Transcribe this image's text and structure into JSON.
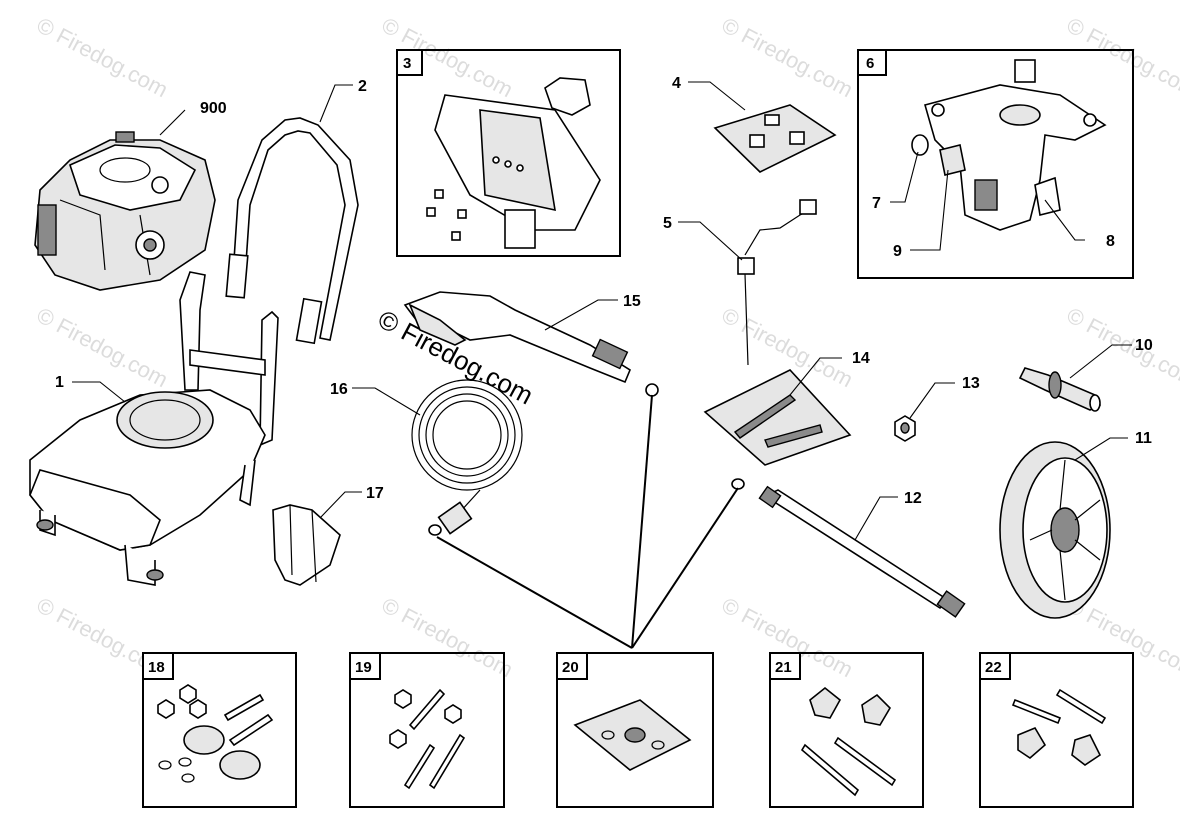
{
  "watermark": {
    "small": "© Firedog.com",
    "center": "© Firedog.com"
  },
  "callouts": {
    "p900": "900",
    "p1": "1",
    "p2": "2",
    "p3": "3",
    "p4": "4",
    "p5": "5",
    "p6": "6",
    "p7": "7",
    "p8": "8",
    "p9": "9",
    "p10": "10",
    "p11": "11",
    "p12": "12",
    "p13": "13",
    "p14": "14",
    "p15": "15",
    "p16": "16",
    "p17": "17",
    "p18": "18",
    "p19": "19",
    "p20": "20",
    "p21": "21",
    "p22": "22"
  }
}
